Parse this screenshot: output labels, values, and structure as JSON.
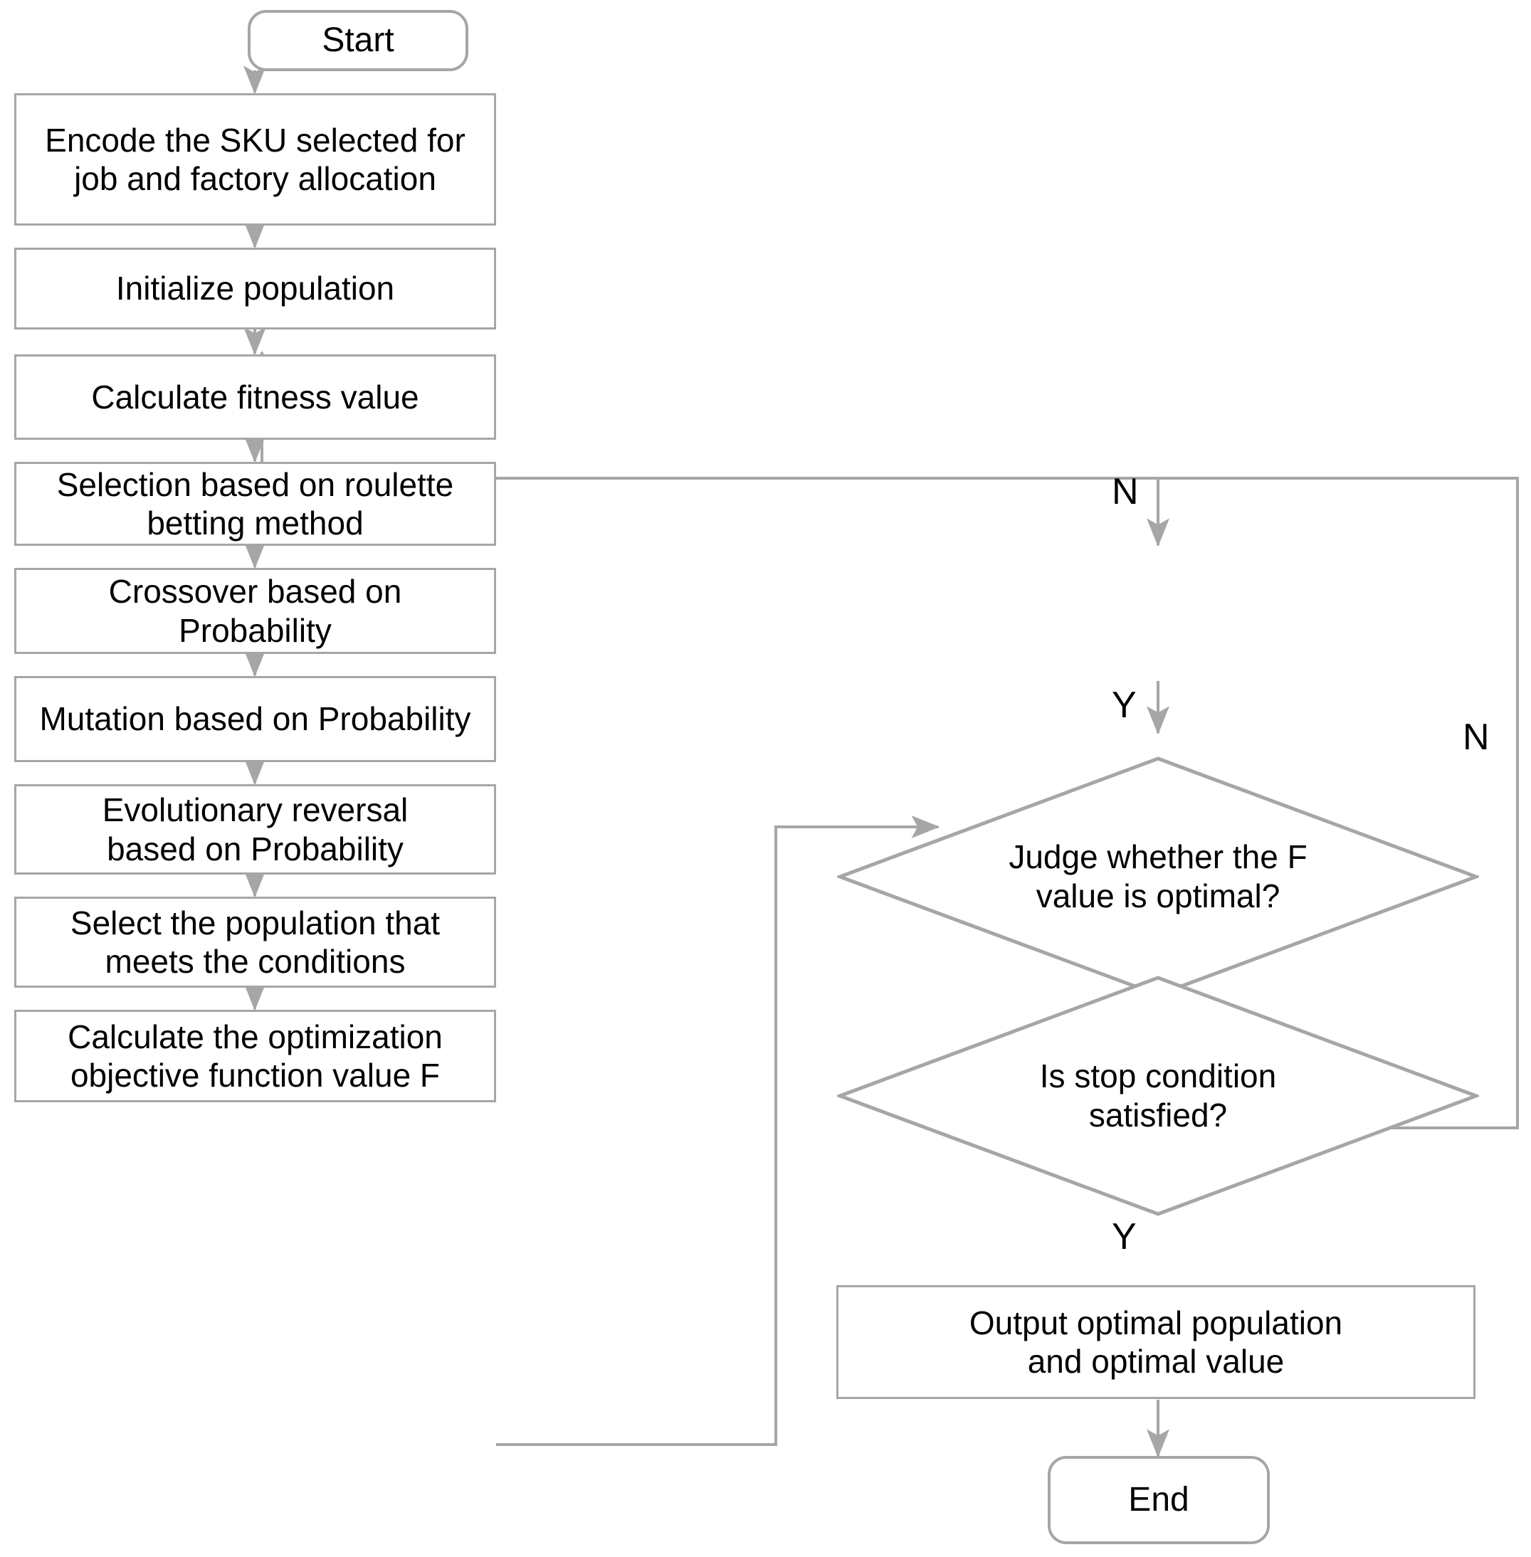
{
  "diagram": {
    "title": "Genetic algorithm flowchart for SKU job and factory allocation",
    "type": "flowchart",
    "colors": {
      "shape_stroke": "#a6a6a6",
      "connector": "#a6a6a6",
      "text": "#000000",
      "background": "#ffffff"
    },
    "nodes": {
      "start": "Start",
      "encode": "Encode the SKU selected for job and factory allocation",
      "encode_line1": "Encode the SKU selected for",
      "encode_line2": "job and factory allocation",
      "initialize": "Initialize population",
      "fitness": "Calculate fitness value",
      "selection_line1": "Selection based on roulette",
      "selection_line2": "betting method",
      "crossover_line1": "Crossover based on",
      "crossover_line2": "Probability",
      "mutation": "Mutation based on Probability",
      "reversal_line1": "Evolutionary reversal",
      "reversal_line2": "based on Probability",
      "select_pop_line1": "Select the population that",
      "select_pop_line2": "meets the conditions",
      "objective_line1": "Calculate the optimization",
      "objective_line2": "objective function value F",
      "judge_line1": "Judge whether the F",
      "judge_line2": "value is optimal?",
      "stop_line1": "Is stop condition",
      "stop_line2": "satisfied?",
      "output_line1": "Output optimal population",
      "output_line2": "and optimal value",
      "end": "End"
    },
    "edge_labels": {
      "judge_no": "N",
      "judge_yes": "Y",
      "stop_no": "N",
      "stop_yes": "Y"
    },
    "edges": [
      {
        "from": "start",
        "to": "encode",
        "label": ""
      },
      {
        "from": "encode",
        "to": "initialize",
        "label": ""
      },
      {
        "from": "initialize",
        "to": "fitness",
        "label": ""
      },
      {
        "from": "fitness",
        "to": "selection",
        "label": ""
      },
      {
        "from": "selection",
        "to": "crossover",
        "label": ""
      },
      {
        "from": "crossover",
        "to": "mutation",
        "label": ""
      },
      {
        "from": "mutation",
        "to": "reversal",
        "label": ""
      },
      {
        "from": "reversal",
        "to": "select_pop",
        "label": ""
      },
      {
        "from": "select_pop",
        "to": "objective",
        "label": ""
      },
      {
        "from": "objective",
        "to": "judge",
        "label": ""
      },
      {
        "from": "judge",
        "to": "fitness",
        "label": "N"
      },
      {
        "from": "judge",
        "to": "stop",
        "label": "Y"
      },
      {
        "from": "stop",
        "to": "fitness",
        "label": "N"
      },
      {
        "from": "stop",
        "to": "output",
        "label": "Y"
      },
      {
        "from": "output",
        "to": "end",
        "label": ""
      }
    ]
  }
}
